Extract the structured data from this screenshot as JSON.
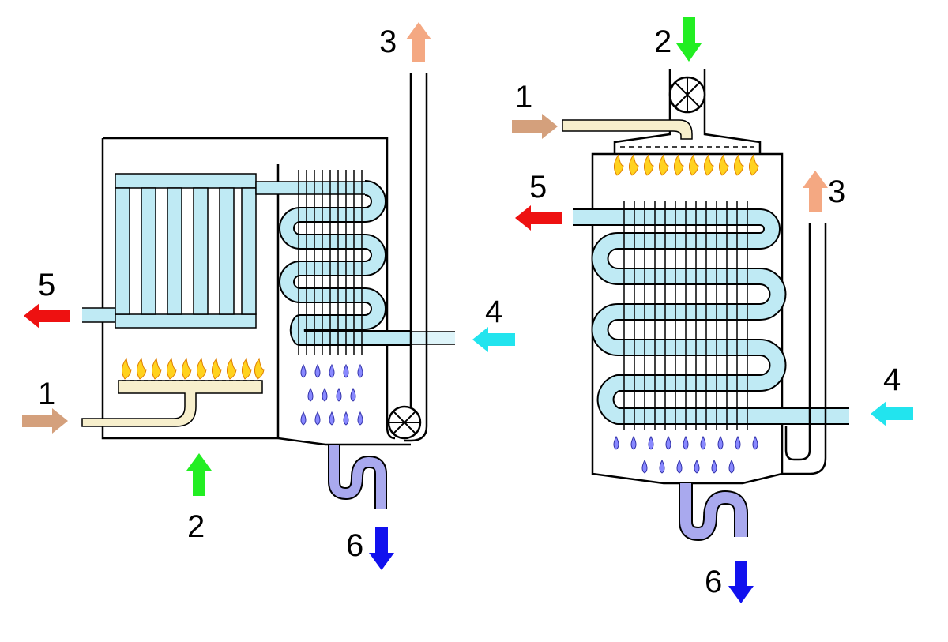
{
  "left_unit": {
    "labels": {
      "gas_in": "1",
      "air_in": "2",
      "exhaust_out": "3",
      "water_in": "4",
      "water_out": "5",
      "condensate_out": "6"
    }
  },
  "right_unit": {
    "labels": {
      "gas_in": "1",
      "air_in": "2",
      "exhaust_out": "3",
      "water_in": "4",
      "water_out": "5",
      "condensate_out": "6"
    }
  },
  "colors": {
    "gas": "#d4a07c",
    "air": "#22ee22",
    "exhaust": "#f4a882",
    "cold_water": "#22e4ee",
    "hot_water": "#ee1111",
    "condensate": "#1111ee",
    "water_pipe": "#bfeaf4",
    "gas_burner": "#f7efcc",
    "drain_pipe": "#a9a9ee",
    "droplet": "#8888ff",
    "flame": "#ffd21e"
  }
}
